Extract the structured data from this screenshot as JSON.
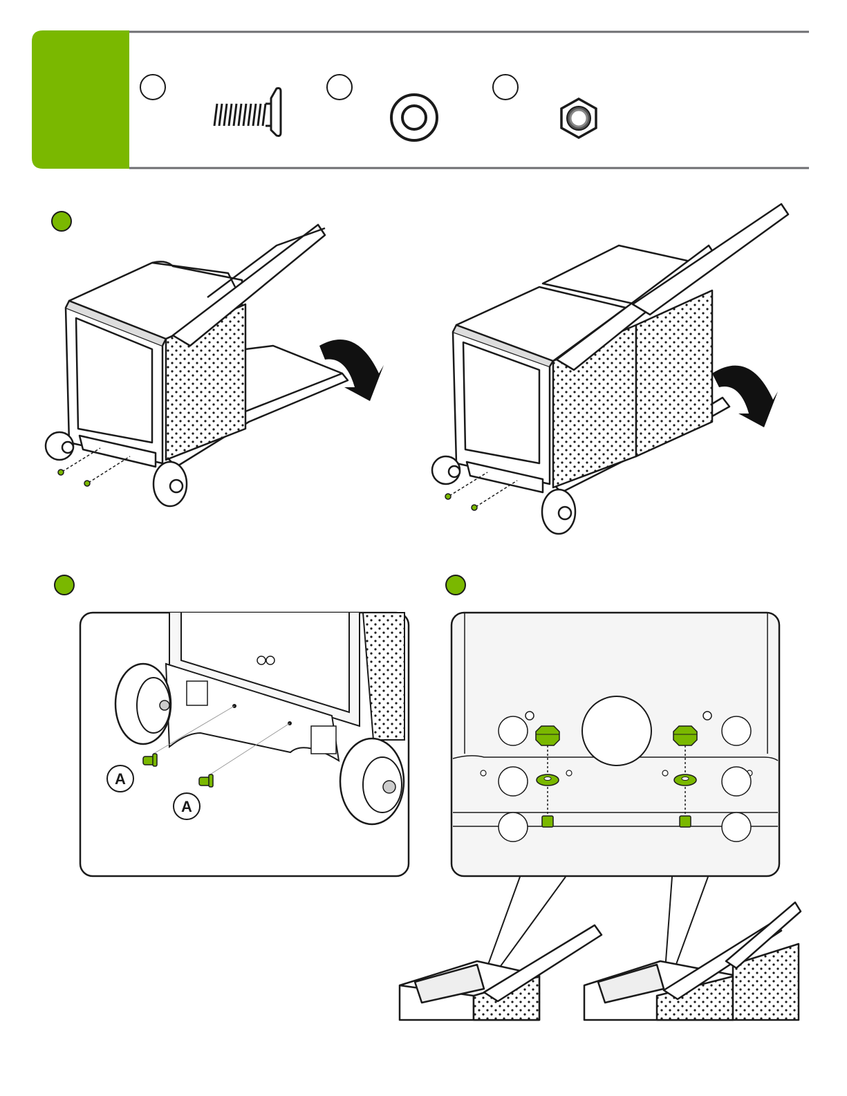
{
  "hardware": {
    "colors": {
      "accent": "#7ab800",
      "outline": "#1a1a1a",
      "rule": "#6d6e71"
    },
    "items": [
      {
        "id": "A",
        "icon": "screw-icon",
        "badge": ""
      },
      {
        "id": "B",
        "icon": "washer-icon",
        "badge": ""
      },
      {
        "id": "C",
        "icon": "hex-nut-icon",
        "badge": ""
      }
    ]
  },
  "steps": [
    {
      "badge": "",
      "icon": "step-dot-icon"
    },
    {
      "badge": "",
      "icon": "step-dot-icon"
    },
    {
      "badge": "",
      "icon": "step-dot-icon"
    }
  ],
  "callouts": {
    "screw_a_1": "A",
    "screw_a_2": "A"
  }
}
